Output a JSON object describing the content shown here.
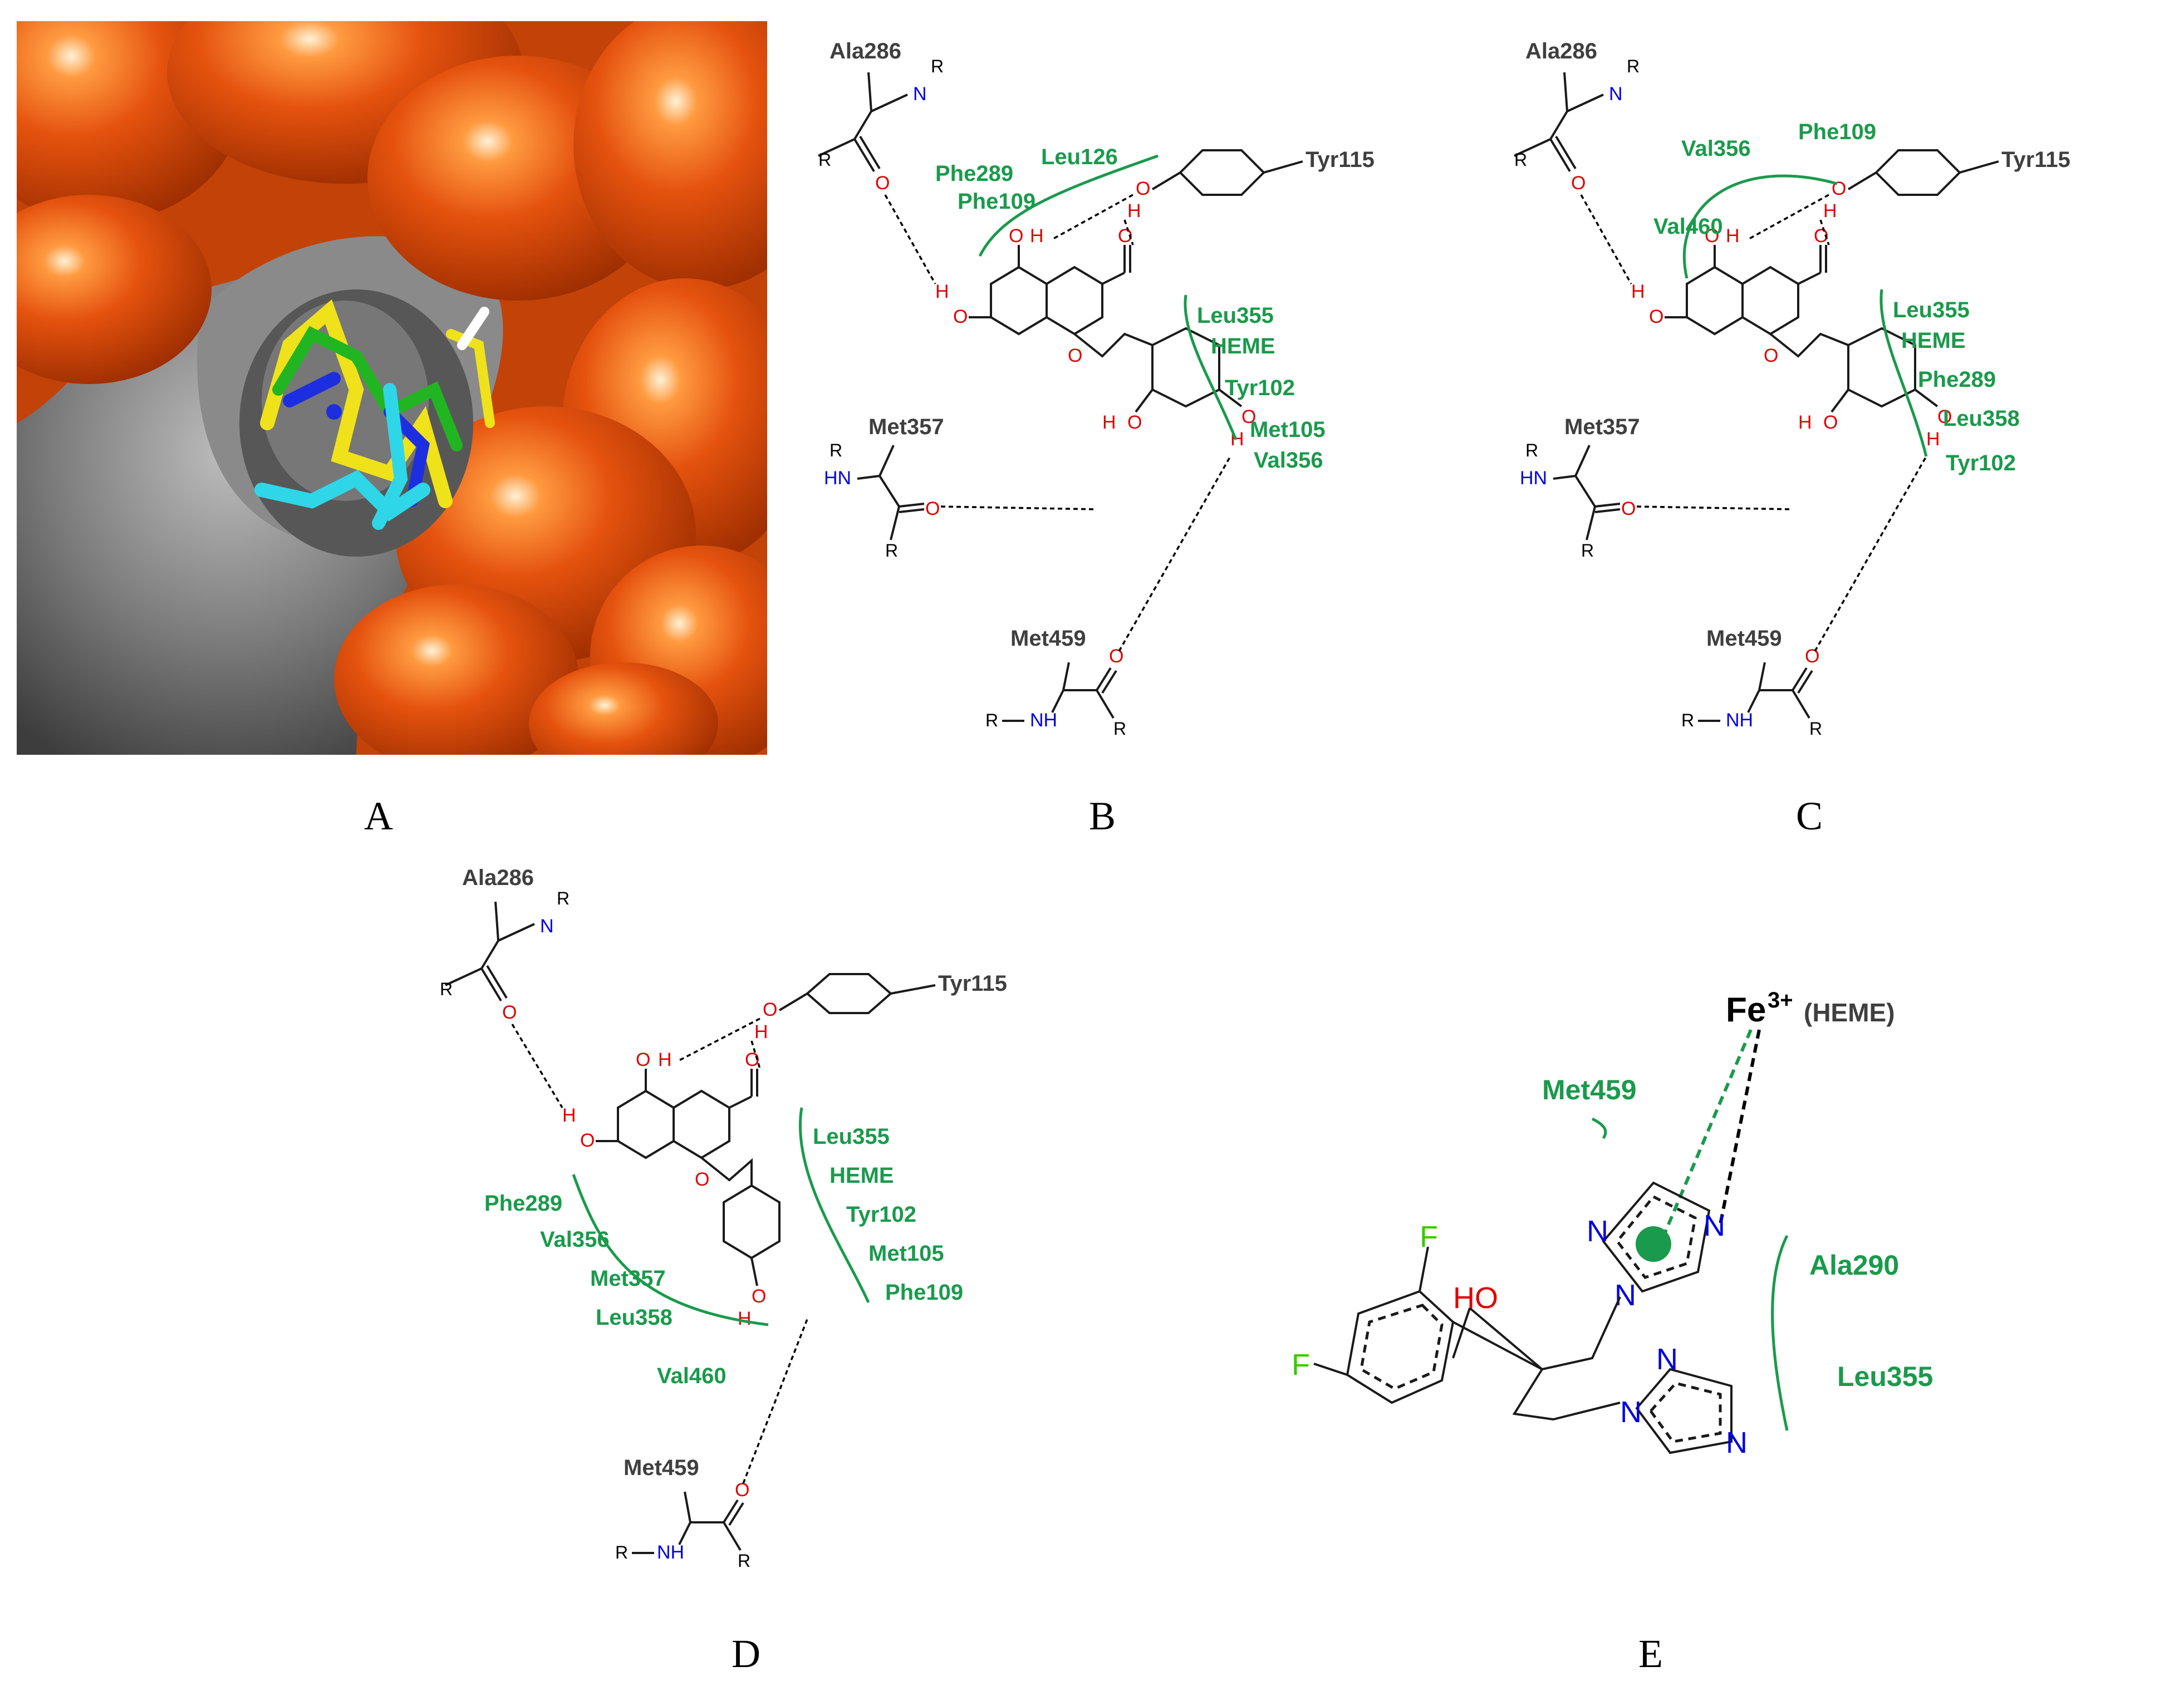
{
  "panels": {
    "A": {
      "letter": "A"
    },
    "B": {
      "letter": "B",
      "residues": {
        "ala": "Ala286",
        "met357": "Met357",
        "met459": "Met459",
        "tyr": "Tyr115"
      },
      "arc1": [
        "Phe289",
        "Leu126",
        "Phe109"
      ],
      "arc2": [
        "Leu355",
        "HEME",
        "Tyr102",
        "Met105",
        "Val356"
      ]
    },
    "C": {
      "letter": "C",
      "residues": {
        "ala": "Ala286",
        "met357": "Met357",
        "met459": "Met459",
        "tyr": "Tyr115"
      },
      "arc1": [
        "Val356",
        "Phe109",
        "Val460"
      ],
      "arc2": [
        "Leu355",
        "HEME",
        "Phe289",
        "Leu358",
        "Tyr102"
      ]
    },
    "D": {
      "letter": "D",
      "residues": {
        "ala": "Ala286",
        "met459": "Met459",
        "tyr": "Tyr115"
      },
      "arc1": [
        "Phe289",
        "Val356",
        "Met357",
        "Leu358",
        "Val460"
      ],
      "arc2": [
        "Leu355",
        "HEME",
        "Tyr102",
        "Met105",
        "Phe109"
      ]
    },
    "E": {
      "letter": "E",
      "fe": "Fe",
      "fe_charge": "3+",
      "heme": "(HEME)",
      "residues": [
        "Met459",
        "Ala290",
        "Leu355"
      ],
      "atoms": {
        "F": "F",
        "OH": "HO",
        "N": "N"
      }
    }
  },
  "atoms": {
    "O": "O",
    "H": "H",
    "N": "N",
    "R": "R",
    "NH": "NH",
    "HN": "HN"
  },
  "colors": {
    "protein_surface": "#e04a0a",
    "cavity": "#6e6e6e",
    "ligand_yellow": "#f0e21a",
    "ligand_green": "#22b522",
    "ligand_cyan": "#2fd6e8",
    "ligand_blue": "#1d2ee0",
    "hydrophobic_green": "#1a9a4c",
    "oxygen": "#e00000",
    "nitrogen": "#0000e0",
    "fluorine": "#33cc00"
  }
}
